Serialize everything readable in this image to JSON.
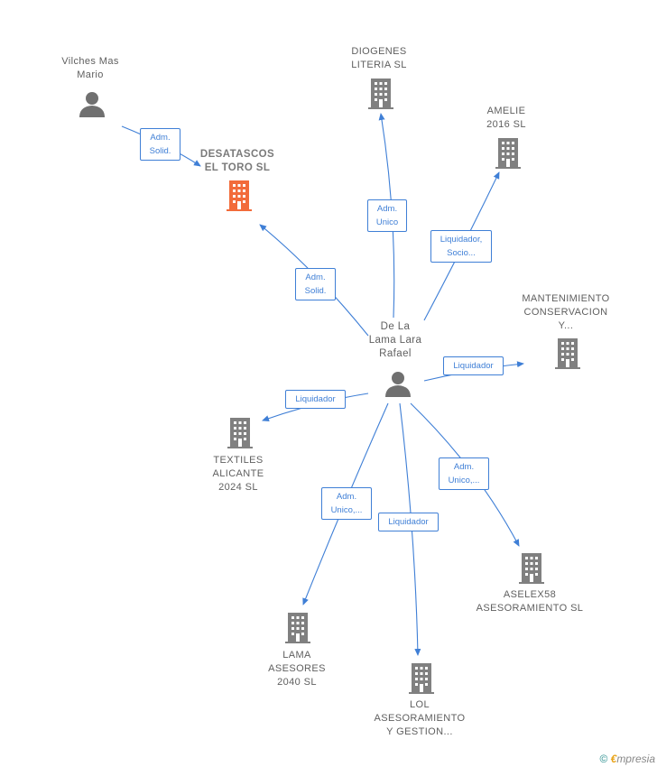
{
  "colors": {
    "edge": "#3f7fd6",
    "building": "#808080",
    "building_highlight": "#f26b3a",
    "person": "#707070"
  },
  "nodes": {
    "vilches": {
      "type": "person",
      "lines": [
        "Vilches Mas",
        "Mario"
      ]
    },
    "desatascos": {
      "type": "company-highlight",
      "lines": [
        "DESATASCOS",
        "EL TORO  SL"
      ]
    },
    "diogenes": {
      "type": "company",
      "lines": [
        "DIOGENES",
        "LITERIA  SL"
      ]
    },
    "amelie": {
      "type": "company",
      "lines": [
        "AMELIE",
        "2016  SL"
      ]
    },
    "delalama": {
      "type": "person",
      "lines": [
        "De La",
        "Lama Lara",
        "Rafael"
      ]
    },
    "mantenimiento": {
      "type": "company",
      "lines": [
        "MANTENIMIENTO",
        "CONSERVACION",
        "Y..."
      ]
    },
    "textiles": {
      "type": "company",
      "lines": [
        "TEXTILES",
        "ALICANTE",
        "2024  SL"
      ]
    },
    "aselex": {
      "type": "company",
      "lines": [
        "ASELEX58",
        "ASESORAMIENTO SL"
      ]
    },
    "lama": {
      "type": "company",
      "lines": [
        "LAMA",
        "ASESORES",
        "2040  SL"
      ]
    },
    "lol": {
      "type": "company",
      "lines": [
        "LOL",
        "ASESORAMIENTO",
        "Y GESTION..."
      ]
    }
  },
  "edges": {
    "vilches_desatascos": [
      "Adm.",
      "Solid."
    ],
    "delalama_desatascos": [
      "Adm.",
      "Solid."
    ],
    "delalama_diogenes": [
      "Adm.",
      "Unico"
    ],
    "delalama_amelie": [
      "Liquidador,",
      "Socio..."
    ],
    "delalama_mantenimiento": [
      "Liquidador"
    ],
    "delalama_textiles": [
      "Liquidador"
    ],
    "delalama_aselex": [
      "Adm.",
      "Unico,..."
    ],
    "delalama_lama": [
      "Adm.",
      "Unico,..."
    ],
    "delalama_lol": [
      "Liquidador"
    ]
  },
  "footer": {
    "copyright_symbol": "©",
    "brand_initial": "€",
    "brand_rest": "mpresia"
  }
}
